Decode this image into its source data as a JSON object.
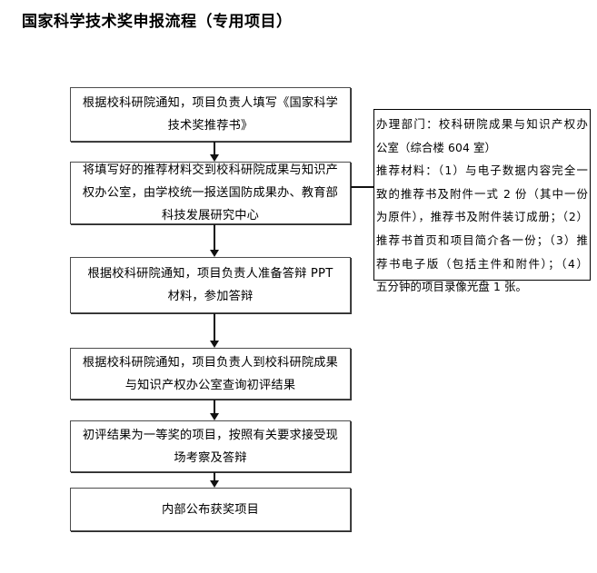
{
  "page": {
    "title": "国家科学技术奖申报流程（专用项目）"
  },
  "flowchart": {
    "type": "flow-diagram",
    "orientation": "vertical",
    "steps": [
      {
        "id": 1,
        "text": "根据校科研院通知，项目负责人填写《国家科学技术奖推荐书》"
      },
      {
        "id": 2,
        "text": "将填写好的推荐材料交到校科研院成果与知识产权办公室，由学校统一报送国防成果办、教育部科技发展研究中心"
      },
      {
        "id": 3,
        "text": "根据校科研院通知，项目负责人准备答辩 PPT 材料，参加答辩"
      },
      {
        "id": 4,
        "text": "根据校科研院通知，项目负责人到校科研院成果与知识产权办公室查询初评结果"
      },
      {
        "id": 5,
        "text": "初评结果为一等奖的项目，按照有关要求接受现场考察及答辩"
      },
      {
        "id": 6,
        "text": "内部公布获奖项目"
      }
    ],
    "connectors": [
      {
        "from": 1,
        "to": 2,
        "style": "arrow-down"
      },
      {
        "from": 2,
        "to": 3,
        "style": "arrow-down"
      },
      {
        "from": 3,
        "to": 4,
        "style": "arrow-down"
      },
      {
        "from": 4,
        "to": 5,
        "style": "arrow-down"
      },
      {
        "from": 5,
        "to": 6,
        "style": "arrow-down"
      },
      {
        "from": 2,
        "to": "note",
        "style": "line-right"
      }
    ]
  },
  "note": {
    "line1": "办理部门：校科研院成果与知识产权办",
    "line2": "公室（综合楼 604 室）",
    "line3": "推荐材料：（1）与电子数据内容完全一",
    "line4": "致的推荐书及附件一式 2 份（其中一份",
    "line5": "为原件），推荐书及附件装订成册；（2）",
    "line6": "推荐书首页和项目简介各一份；（3）推",
    "line7": "荐书电子版（包括主件和附件）；（4）",
    "line8": "五分钟的项目录像光盘 1 张。"
  },
  "colors": {
    "background": "#ffffff",
    "text": "#000000",
    "box_border": "#4c4c4c",
    "box_shadow": "#2b2b2b",
    "note_border": "#000000",
    "connector": "#111111"
  }
}
